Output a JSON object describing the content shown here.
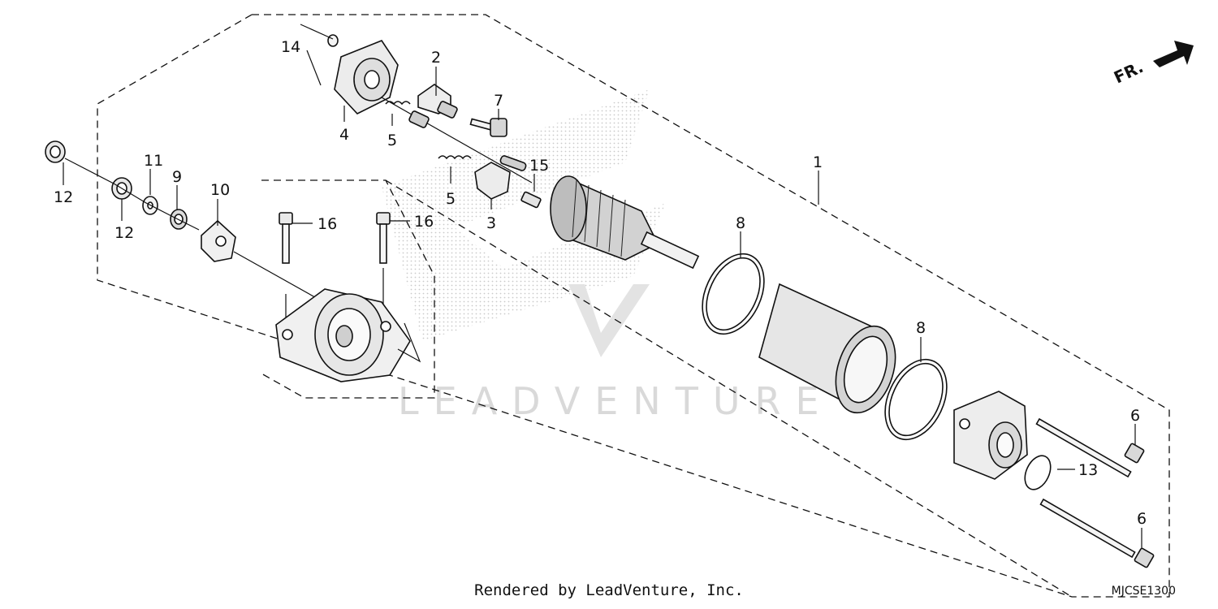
{
  "watermark": {
    "text": "LEADVENTURE"
  },
  "direction": {
    "label": "FR."
  },
  "callouts": {
    "c1": "1",
    "c2": "2",
    "c3": "3",
    "c4": "4",
    "c5a": "5",
    "c5b": "5",
    "c6a": "6",
    "c6b": "6",
    "c7": "7",
    "c8a": "8",
    "c8b": "8",
    "c9": "9",
    "c10": "10",
    "c11": "11",
    "c12a": "12",
    "c12b": "12",
    "c13": "13",
    "c14": "14",
    "c15": "15",
    "c16a": "16",
    "c16b": "16"
  },
  "footer": {
    "credit": "Rendered by LeadVenture, Inc.",
    "code": "MJCSE1300"
  }
}
